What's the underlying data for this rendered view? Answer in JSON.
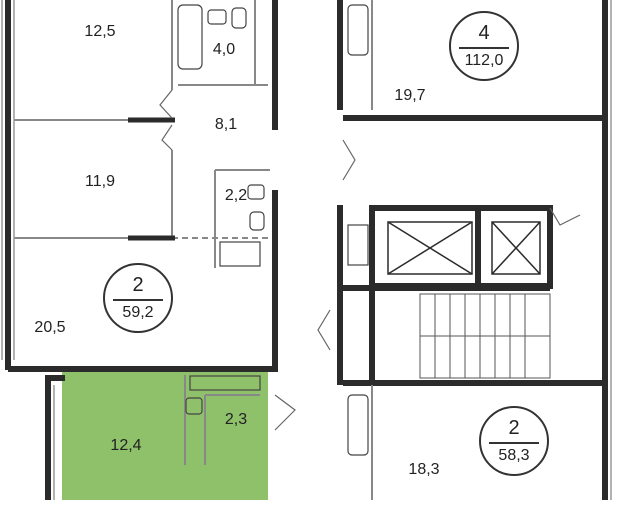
{
  "colors": {
    "wall": "#2b2b2b",
    "thin_line": "#888888",
    "highlight_fill": "#8fc06a",
    "background": "#ffffff"
  },
  "room_areas": {
    "top_left_room": "12,5",
    "bathroom_top": "4,0",
    "hallway_top": "8,1",
    "middle_left_room": "11,9",
    "bathroom_small": "2,2",
    "living_room_left": "20,5",
    "highlighted_room": "12,4",
    "highlighted_bathroom": "2,3",
    "top_right_room": "19,7",
    "bottom_right_room": "18,3"
  },
  "apartments": {
    "left": {
      "rooms": "2",
      "total": "59,2"
    },
    "top_right": {
      "rooms": "4",
      "total": "112,0"
    },
    "bottom_right": {
      "rooms": "2",
      "total": "58,3"
    }
  }
}
